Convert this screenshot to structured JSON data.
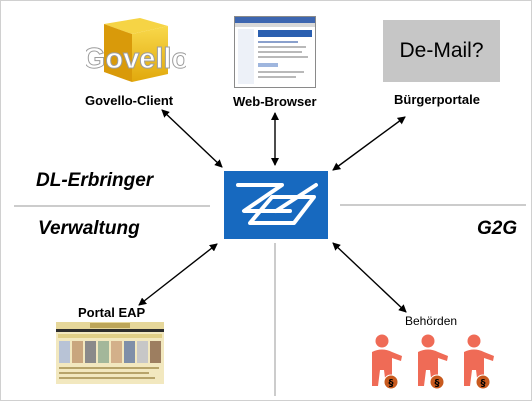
{
  "nodes": {
    "govello_logo": "Govello",
    "govello_client": "Govello-Client",
    "web_browser": "Web-Browser",
    "demail": "De-Mail?",
    "buergerportale": "Bürgerportale",
    "portal_eap": "Portal EAP",
    "behoerden": "Behörden"
  },
  "zones": {
    "dl_erbringer": "DL-Erbringer",
    "verwaltung": "Verwaltung",
    "g2g": "G2G"
  },
  "colors": {
    "center": "#1769bf",
    "govello_yellow": "#f2c21b",
    "person": "#ef6b56",
    "paragraph_badge": "#c85a1e",
    "demail_box": "#c6c6c6",
    "divider": "#9a9a9a"
  },
  "icons": {
    "center": "envelope-logo-icon",
    "behoerden": "official-person-icon"
  }
}
